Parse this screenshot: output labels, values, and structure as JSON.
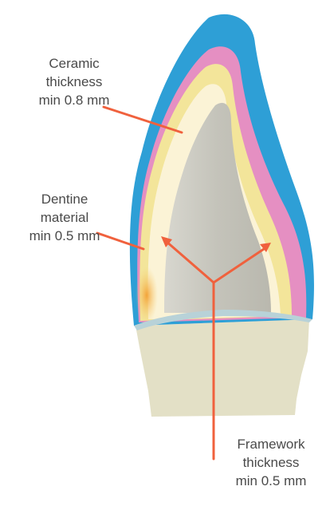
{
  "labels": {
    "ceramic": {
      "line1": "Ceramic",
      "line2": "thickness",
      "line3": "min 0.8 mm"
    },
    "dentine": {
      "line1": "Dentine",
      "line2": "material",
      "line3": "min 0.5 mm"
    },
    "framework": {
      "line1": "Framework",
      "line2": "thickness",
      "line3": "min 0.5 mm"
    }
  },
  "colors": {
    "outer_ceramic": "#2e9fd6",
    "pink_layer": "#e58fc2",
    "yellow_layer": "#f3e59a",
    "cream_layer": "#fbf3d6",
    "framework_core": "#c9c8c0",
    "root": "#e3e0c6",
    "pointer": "#f0613d",
    "text": "#4a4a4a"
  }
}
